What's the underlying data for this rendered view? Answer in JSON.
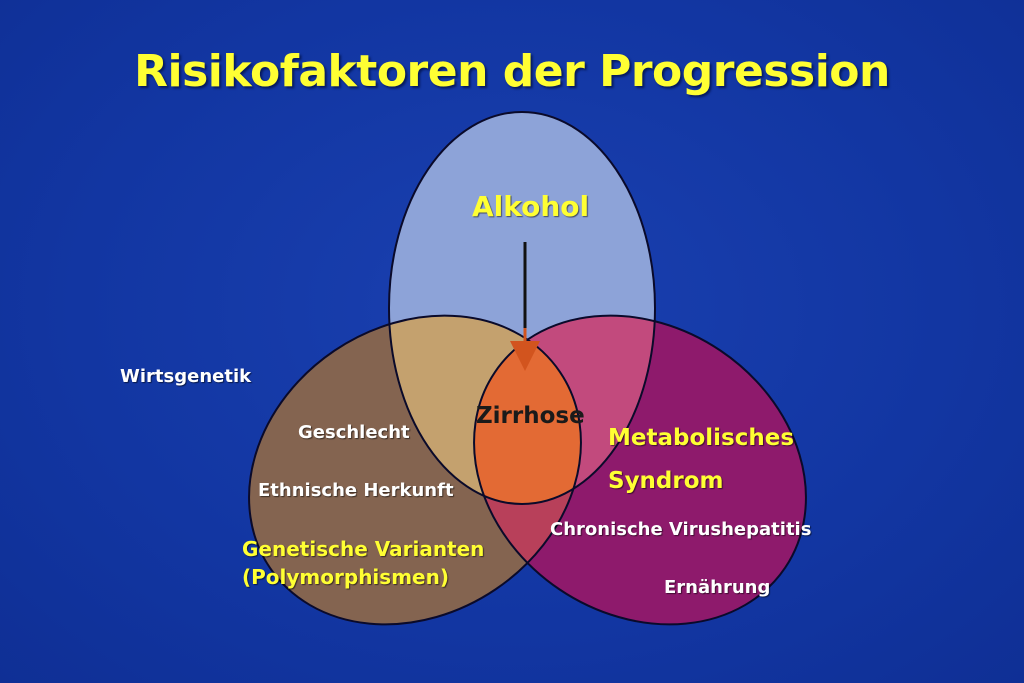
{
  "title": "Risikofaktoren der Progression",
  "labels": {
    "alkohol": "Alkohol",
    "zirrhose": "Zirrhose",
    "wirtsgenetik": "Wirtsgenetik",
    "geschlecht": "Geschlecht",
    "ethnische_herkunft": "Ethnische Herkunft",
    "genetische_varianten_line1": "Genetische Varianten",
    "genetische_varianten_line2": "(Polymorphismen)",
    "metabolisches_line1": "Metabolisches",
    "metabolisches_line2": "Syndrom",
    "chronische_virushepatitis": "Chronische Virushepatitis",
    "ernaehrung": "Ernährung"
  },
  "colors": {
    "background": "#1236a2",
    "title": "#ffff33",
    "alcohol_circle": "#8da3d8",
    "genetics_circle": "#8c6a4f",
    "metabolic_circle": "#9a1f78",
    "cirrhosis_center": "#e36a34",
    "arrow": "#d2541e"
  }
}
